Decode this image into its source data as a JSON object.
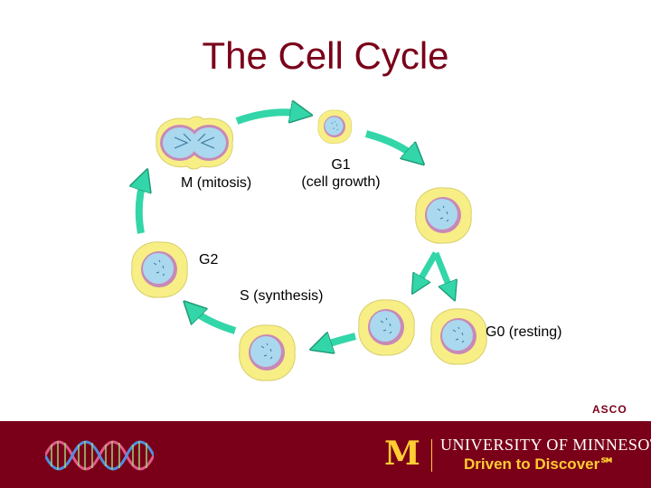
{
  "title": "The Cell Cycle",
  "labels": {
    "m_phase": "M (mitosis)",
    "g1_line1": "G1",
    "g1_line2": "(cell growth)",
    "g2": "G2",
    "s_phase": "S (synthesis)",
    "g0": "G0 (resting)"
  },
  "watermark": "ASCO",
  "footer": {
    "logo_letter": "M",
    "university": "UNIVERSITY OF MINNESOTA",
    "tagline": "Driven to Discover℠"
  },
  "colors": {
    "title": "#7a0019",
    "arrow": "#33d6a8",
    "cell_outer": "#f7ee86",
    "cell_ring": "#c889b6",
    "nucleus": "#aad8ee",
    "footer_bg": "#7a0019",
    "gold": "#ffcc33"
  }
}
